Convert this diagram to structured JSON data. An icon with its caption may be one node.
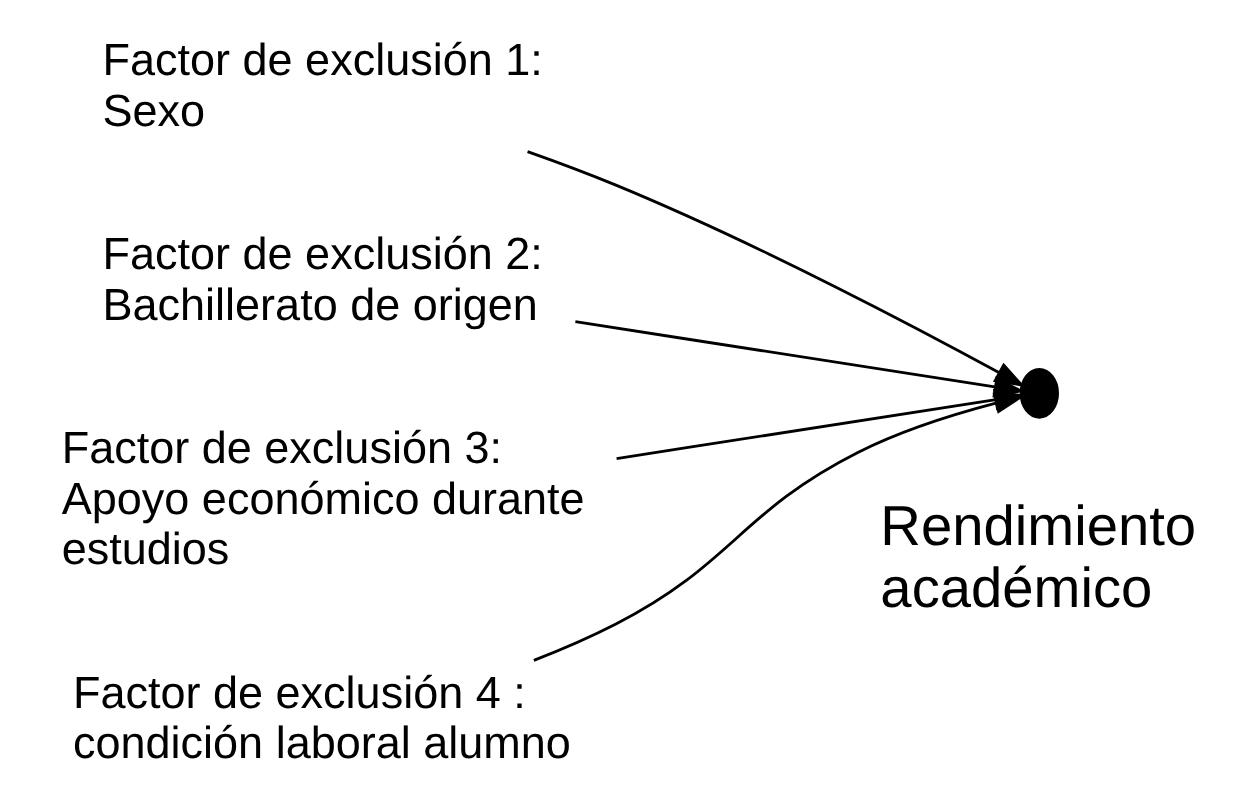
{
  "diagram": {
    "nodes": [
      {
        "text": [
          "Factor de exclusión 1: Sexo"
        ]
      },
      {
        "text": [
          "Factor de exclusión 2: Bachillerato de origen"
        ]
      },
      {
        "text": [
          "Factor de exclusión 3: Apoyo económico durante estudios"
        ]
      },
      {
        "text": [
          "Factor de exclusión 4 : condición laboral alumno"
        ]
      },
      {
        "text": [],
        "shape": "circle",
        "beside": [
          "Rendimiento académico"
        ]
      }
    ],
    "edges": [
      {
        "from": 0,
        "to": 4,
        "arrow": "to"
      },
      {
        "from": 1,
        "to": 4,
        "arrow": "to"
      },
      {
        "from": 2,
        "to": 4,
        "arrow": "to"
      },
      {
        "from": 3,
        "to": 4,
        "arrow": "to"
      }
    ]
  }
}
